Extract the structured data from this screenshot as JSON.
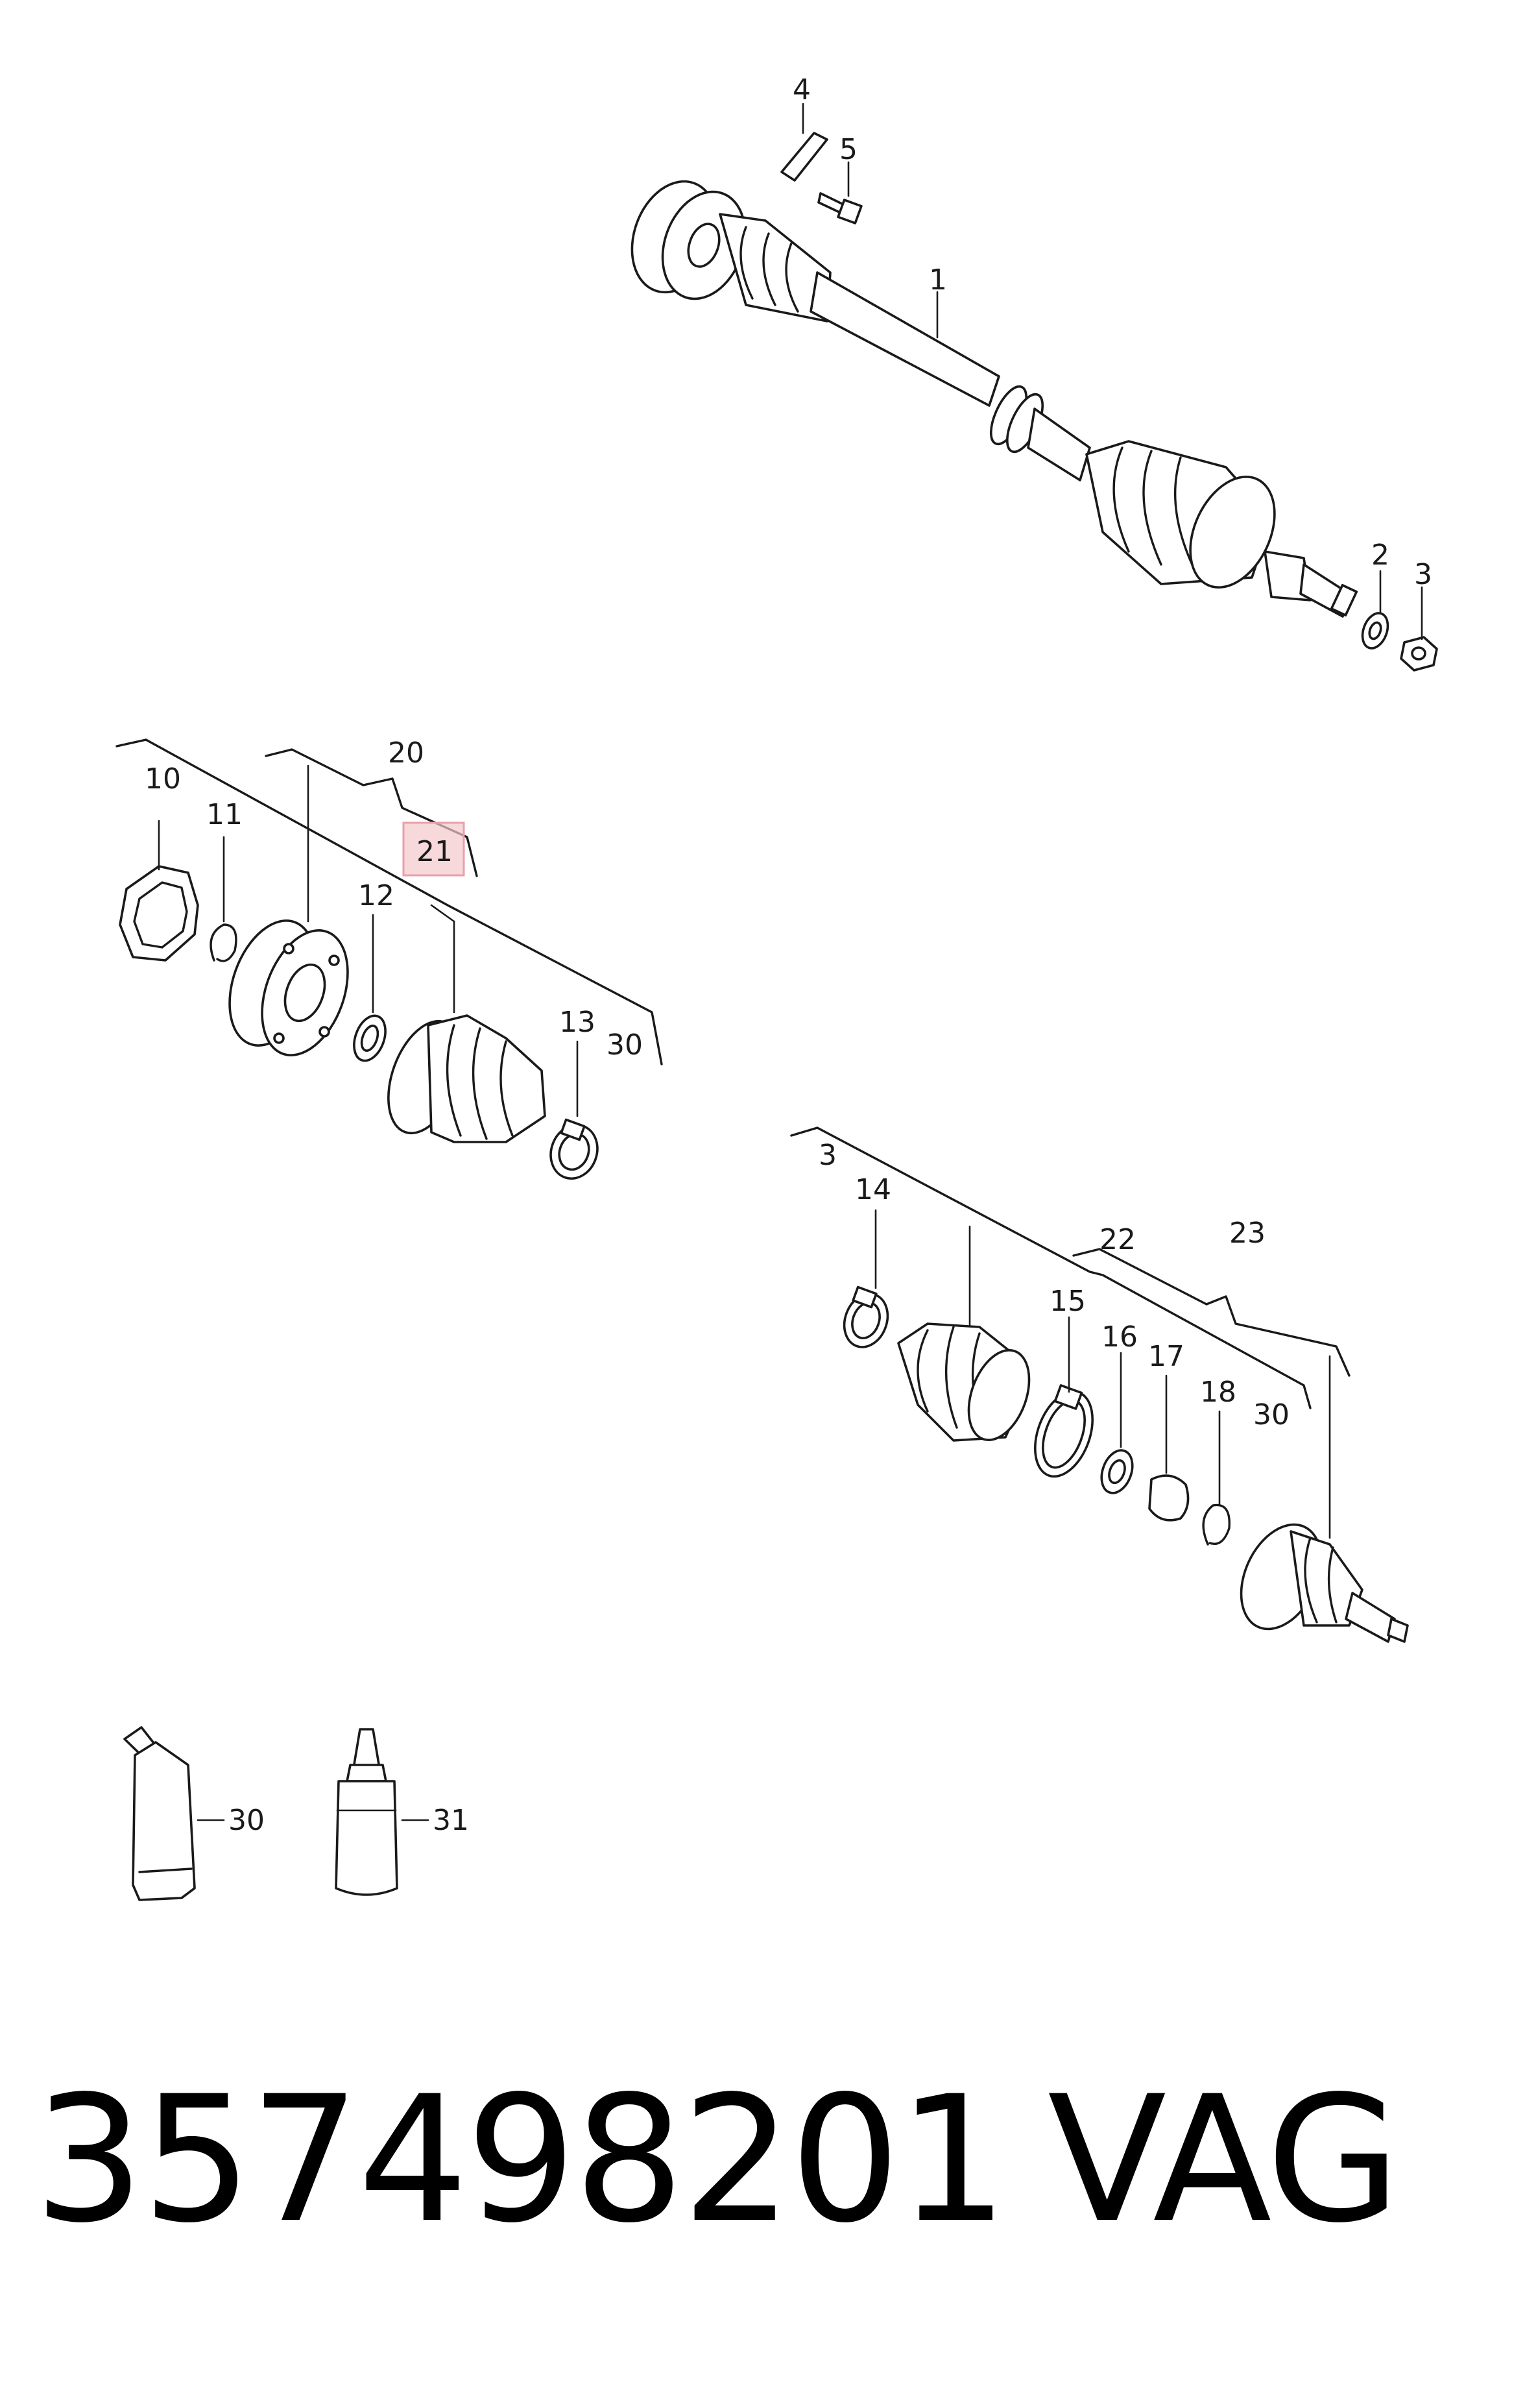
{
  "diagram": {
    "callouts": {
      "c1": "1",
      "c2": "2",
      "c3": "3",
      "c4": "4",
      "c5": "5",
      "c10": "10",
      "c11": "11",
      "c12": "12",
      "c13": "13",
      "c20": "20",
      "c21": "21",
      "c30a": "30",
      "c3b": "3",
      "c14": "14",
      "c15": "15",
      "c16": "16",
      "c17": "17",
      "c18": "18",
      "c22": "22",
      "c23": "23",
      "c30b": "30",
      "c30c": "30",
      "c31": "31"
    },
    "highlighted_callout": "21",
    "highlight_color": "#e8a0a8"
  },
  "footer": {
    "part_number": "357498201",
    "brand": "VAG"
  }
}
